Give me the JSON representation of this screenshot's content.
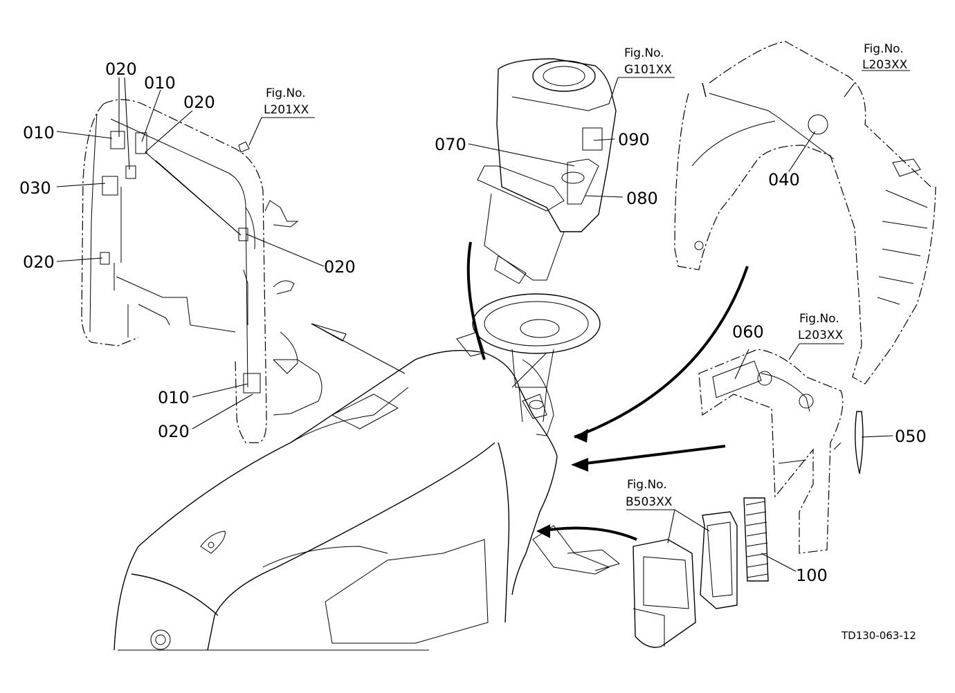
{
  "callouts": [
    {
      "text": "020",
      "name": "callout-020-top-left"
    },
    {
      "text": "010",
      "name": "callout-010-top"
    },
    {
      "text": "020",
      "name": "callout-020-top"
    },
    {
      "text": "010",
      "name": "callout-010-left"
    },
    {
      "text": "030",
      "name": "callout-030"
    },
    {
      "text": "020",
      "name": "callout-020-left"
    },
    {
      "text": "020",
      "name": "callout-020-right"
    },
    {
      "text": "010",
      "name": "callout-010-bottom"
    },
    {
      "text": "020",
      "name": "callout-020-bottom"
    },
    {
      "text": "070",
      "name": "callout-070"
    },
    {
      "text": "090",
      "name": "callout-090"
    },
    {
      "text": "080",
      "name": "callout-080"
    },
    {
      "text": "040",
      "name": "callout-040"
    },
    {
      "text": "060",
      "name": "callout-060"
    },
    {
      "text": "050",
      "name": "callout-050"
    },
    {
      "text": "100",
      "name": "callout-100"
    }
  ],
  "figure_refs": [
    {
      "caption": "Fig.No.",
      "code": "L201XX",
      "name": "figref-l201xx"
    },
    {
      "caption": "Fig.No.",
      "code": "G101XX",
      "name": "figref-g101xx"
    },
    {
      "caption": "Fig.No.",
      "code": "L203XX",
      "name": "figref-l203xx-top"
    },
    {
      "caption": "Fig.No.",
      "code": "L203XX",
      "name": "figref-l203xx-mid"
    },
    {
      "caption": "Fig.No.",
      "code": "B503XX",
      "name": "figref-b503xx"
    }
  ],
  "drawing_code": "TD130-063-12"
}
